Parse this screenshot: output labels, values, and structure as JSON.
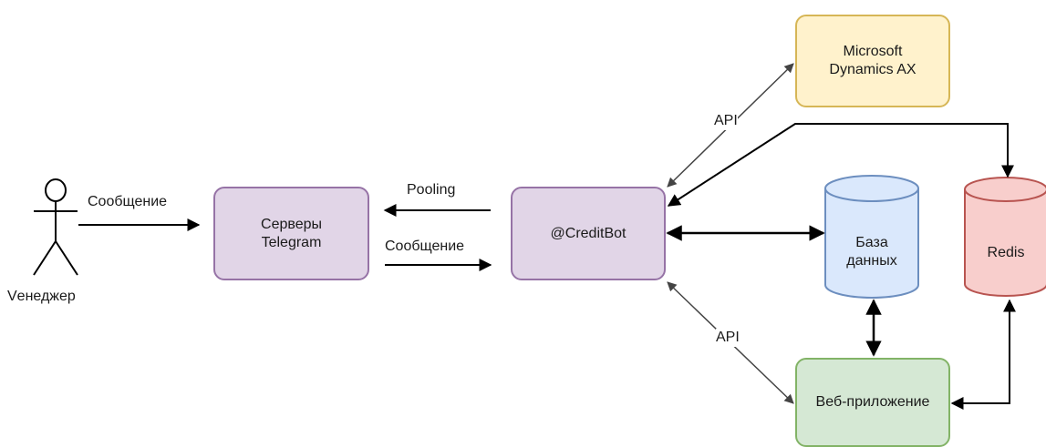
{
  "actor": {
    "label": "Vенеджер"
  },
  "nodes": {
    "telegram": {
      "label": "Серверы\nTelegram"
    },
    "creditbot": {
      "label": "@CreditBot"
    },
    "dynamics": {
      "label": "Microsoft\nDynamics AX"
    },
    "database": {
      "label": "База\nданных"
    },
    "redis": {
      "label": "Redis"
    },
    "webapp": {
      "label": "Веб-приложение"
    }
  },
  "edges": {
    "actor_to_telegram": "Сообщение",
    "pooling": "Pooling",
    "message_to_bot": "Сообщение",
    "api_dynamics": "API",
    "api_webapp": "API"
  },
  "colors": {
    "purple_fill": "#e1d5e7",
    "purple_stroke": "#9673a6",
    "yellow_fill": "#fff2cc",
    "yellow_stroke": "#d6b656",
    "blue_fill": "#dae8fc",
    "blue_stroke": "#6c8ebf",
    "red_fill": "#f8cecc",
    "red_stroke": "#b85450",
    "green_fill": "#d5e8d4",
    "green_stroke": "#82b366"
  }
}
